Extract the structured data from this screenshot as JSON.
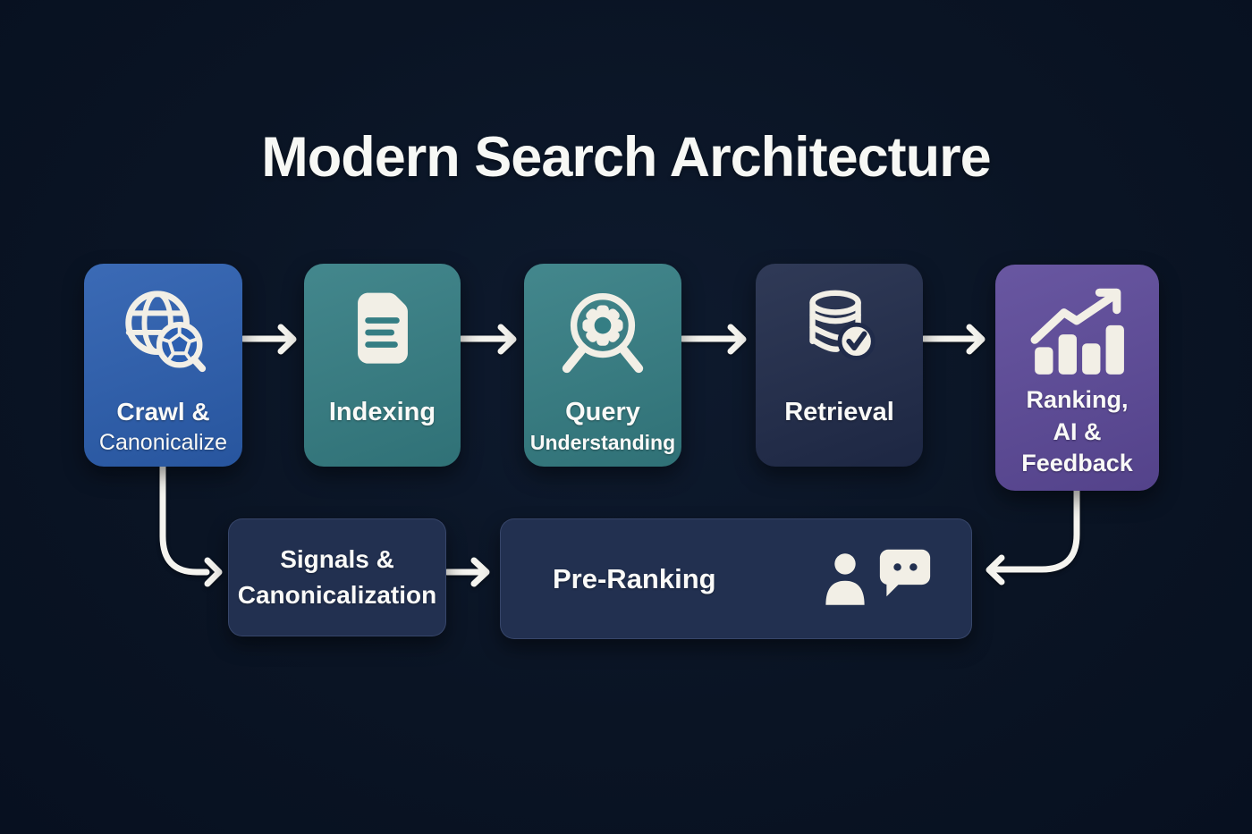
{
  "title": "Modern Search Architecture",
  "palette": {
    "background": "#0a1424",
    "crawl_blue": "#2c5fb0",
    "stage_teal": "#357e84",
    "retrieval_navy": "#202b4a",
    "ranking_purple": "#5d4a9a",
    "secondary_navy": "#223050",
    "arrow_white": "#f5f4ef",
    "icon_cream": "#f2efe6"
  },
  "nodes": {
    "crawl": {
      "lines": [
        "Crawl &",
        "Canonicalize"
      ],
      "icon": "globe-search-icon"
    },
    "indexing": {
      "lines": [
        "Indexing"
      ],
      "icon": "document-icon"
    },
    "query": {
      "lines": [
        "Query",
        "Understanding"
      ],
      "icon": "magnifier-gear-icon"
    },
    "retrieval": {
      "lines": [
        "Retrieval"
      ],
      "icon": "database-check-icon"
    },
    "ranking": {
      "lines": [
        "Ranking,",
        "AI &",
        "Feedback"
      ],
      "icon": "trend-chart-icon"
    },
    "signals": {
      "lines": [
        "Signals &",
        "Canonicalization"
      ]
    },
    "preranking": {
      "lines": [
        "Pre-Ranking"
      ],
      "icons": [
        "person-icon",
        "chat-bubble-icon"
      ]
    }
  }
}
